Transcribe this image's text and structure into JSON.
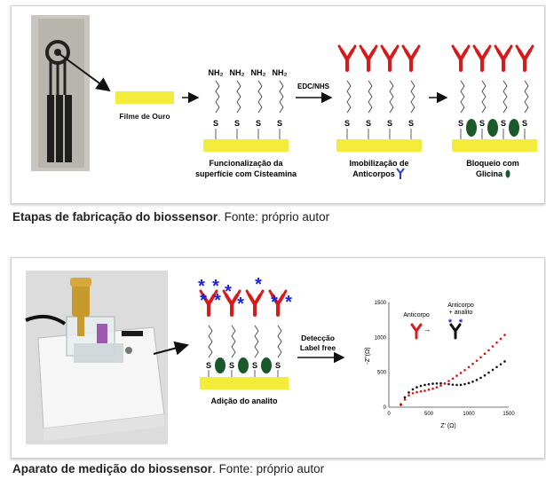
{
  "figure1": {
    "labels": {
      "gold_film": "Filme de Ouro",
      "functionalization": "Funcionalização da superfície com Cisteamina",
      "functionalization_l1": "Funcionalização da",
      "functionalization_l2": "superfície com Cisteamina",
      "immobilization_l1": "Imobilização de",
      "immobilization_l2": "Anticorpos",
      "blocking_l1": "Bloqueio com",
      "blocking_l2": "Glicina",
      "edc_nhs": "EDC/NHS",
      "nh2": "NH₂",
      "s": "S"
    },
    "caption_bold": "Etapas de fabricação do biossensor",
    "caption_rest": ". Fonte: próprio autor"
  },
  "figure2": {
    "labels": {
      "analyte_addition": "Adição do analito",
      "detection_l1": "Detecção",
      "detection_l2": "Label free",
      "s": "S",
      "legend_antibody": "Anticorpo",
      "legend_antibody_analyte_l1": "Anticorpo",
      "legend_antibody_analyte_l2": "+ analito"
    },
    "caption_bold": "Aparato de medição do biossensor",
    "caption_rest": ". Fonte: próprio autor"
  },
  "chart_data": {
    "type": "scatter",
    "xlabel": "Z' (Ω)",
    "ylabel": "-Z''(Ω)",
    "xlim": [
      0,
      1500
    ],
    "ylim": [
      0,
      1500
    ],
    "xticks": [
      "0",
      "500",
      "1000",
      "1500"
    ],
    "yticks": [
      "0",
      "500",
      "1000",
      "1500"
    ],
    "series": [
      {
        "name": "Anticorpo",
        "color": "#111111",
        "x": [
          150,
          200,
          250,
          300,
          350,
          400,
          450,
          500,
          550,
          600,
          650,
          700,
          750,
          800,
          850,
          900,
          950,
          1000,
          1050,
          1100,
          1150,
          1200,
          1250,
          1300,
          1350,
          1400,
          1450
        ],
        "y": [
          40,
          140,
          210,
          255,
          285,
          305,
          318,
          328,
          336,
          340,
          342,
          338,
          330,
          322,
          318,
          320,
          330,
          345,
          365,
          390,
          420,
          455,
          495,
          535,
          575,
          615,
          655
        ]
      },
      {
        "name": "Anticorpo + analito",
        "color": "#e01010",
        "x": [
          150,
          200,
          250,
          300,
          350,
          400,
          450,
          500,
          550,
          600,
          650,
          700,
          750,
          800,
          850,
          900,
          950,
          1000,
          1050,
          1100,
          1150,
          1200,
          1250,
          1300,
          1350,
          1400,
          1450
        ],
        "y": [
          30,
          110,
          170,
          200,
          215,
          225,
          235,
          250,
          265,
          285,
          310,
          340,
          375,
          410,
          450,
          490,
          530,
          575,
          620,
          665,
          715,
          765,
          815,
          870,
          925,
          980,
          1035
        ]
      }
    ]
  }
}
